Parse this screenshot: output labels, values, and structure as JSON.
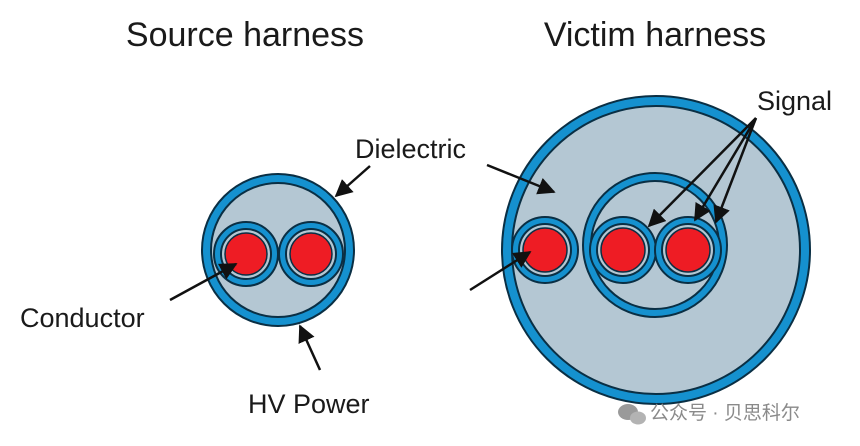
{
  "titles": {
    "source": "Source harness",
    "victim": "Victim harness"
  },
  "labels": {
    "dielectric": "Dielectric",
    "signal": "Signal",
    "conductor": "Conductor",
    "hv_power": "HV Power"
  },
  "watermark": {
    "text": "公众号 · 贝思科尔",
    "icon": "wechat-icon"
  },
  "colors": {
    "conductor": "#ee1c24",
    "insulation_ring": "#1591cf",
    "jacket_fill": "#b4c7d3",
    "outline": "#0a2f44",
    "arrow": "#111111"
  }
}
